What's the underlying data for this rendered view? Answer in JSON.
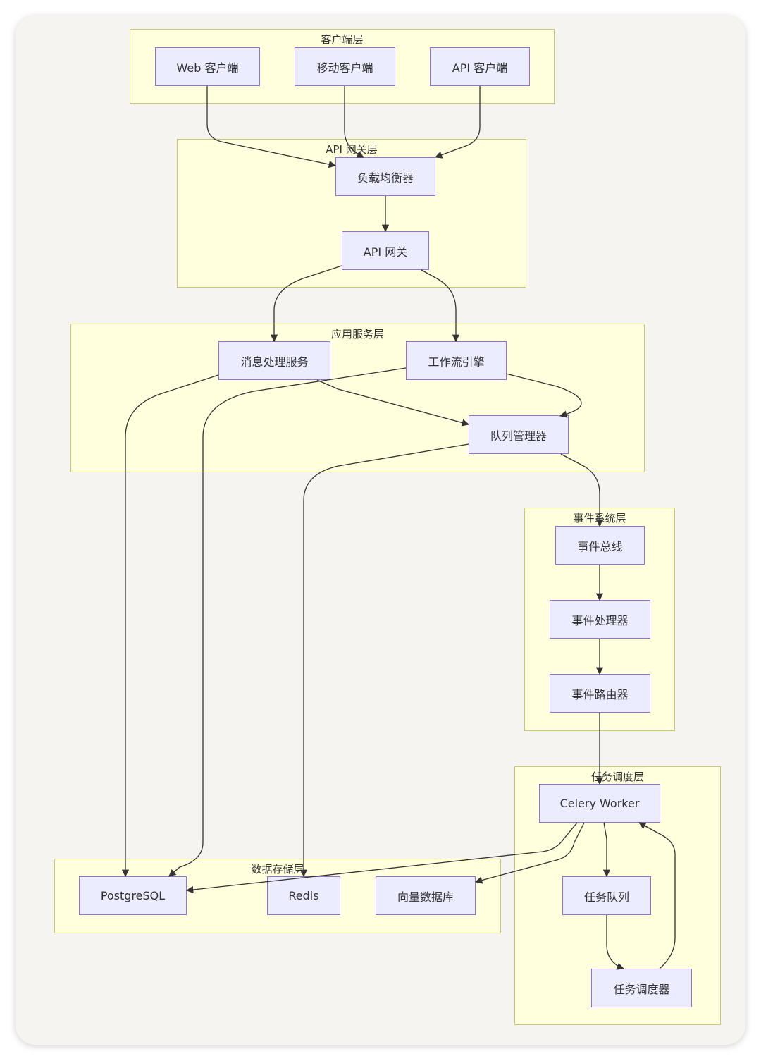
{
  "groups": {
    "client": "客户端层",
    "gateway": "API 网关层",
    "app": "应用服务层",
    "event": "事件系统层",
    "task": "任务调度层",
    "storage": "数据存储层"
  },
  "nodes": {
    "web_client": "Web 客户端",
    "mobile_client": "移动客户端",
    "api_client": "API 客户端",
    "load_balancer": "负载均衡器",
    "api_gateway": "API 网关",
    "message_service": "消息处理服务",
    "workflow_engine": "工作流引擎",
    "queue_manager": "队列管理器",
    "event_bus": "事件总线",
    "event_processor": "事件处理器",
    "event_router": "事件路由器",
    "celery_worker": "Celery Worker",
    "task_queue": "任务队列",
    "task_scheduler": "任务调度器",
    "postgresql": "PostgreSQL",
    "redis": "Redis",
    "vector_db": "向量数据库"
  },
  "edges": [
    {
      "from": "web_client",
      "to": "load_balancer"
    },
    {
      "from": "mobile_client",
      "to": "load_balancer"
    },
    {
      "from": "api_client",
      "to": "load_balancer"
    },
    {
      "from": "load_balancer",
      "to": "api_gateway"
    },
    {
      "from": "api_gateway",
      "to": "message_service"
    },
    {
      "from": "api_gateway",
      "to": "workflow_engine"
    },
    {
      "from": "message_service",
      "to": "postgresql"
    },
    {
      "from": "message_service",
      "to": "queue_manager"
    },
    {
      "from": "workflow_engine",
      "to": "postgresql"
    },
    {
      "from": "workflow_engine",
      "to": "queue_manager"
    },
    {
      "from": "queue_manager",
      "to": "redis"
    },
    {
      "from": "queue_manager",
      "to": "event_bus"
    },
    {
      "from": "event_bus",
      "to": "event_processor"
    },
    {
      "from": "event_processor",
      "to": "event_router"
    },
    {
      "from": "event_router",
      "to": "celery_worker"
    },
    {
      "from": "celery_worker",
      "to": "postgresql"
    },
    {
      "from": "celery_worker",
      "to": "vector_db"
    },
    {
      "from": "celery_worker",
      "to": "task_queue"
    },
    {
      "from": "task_queue",
      "to": "task_scheduler"
    },
    {
      "from": "task_scheduler",
      "to": "celery_worker"
    }
  ]
}
